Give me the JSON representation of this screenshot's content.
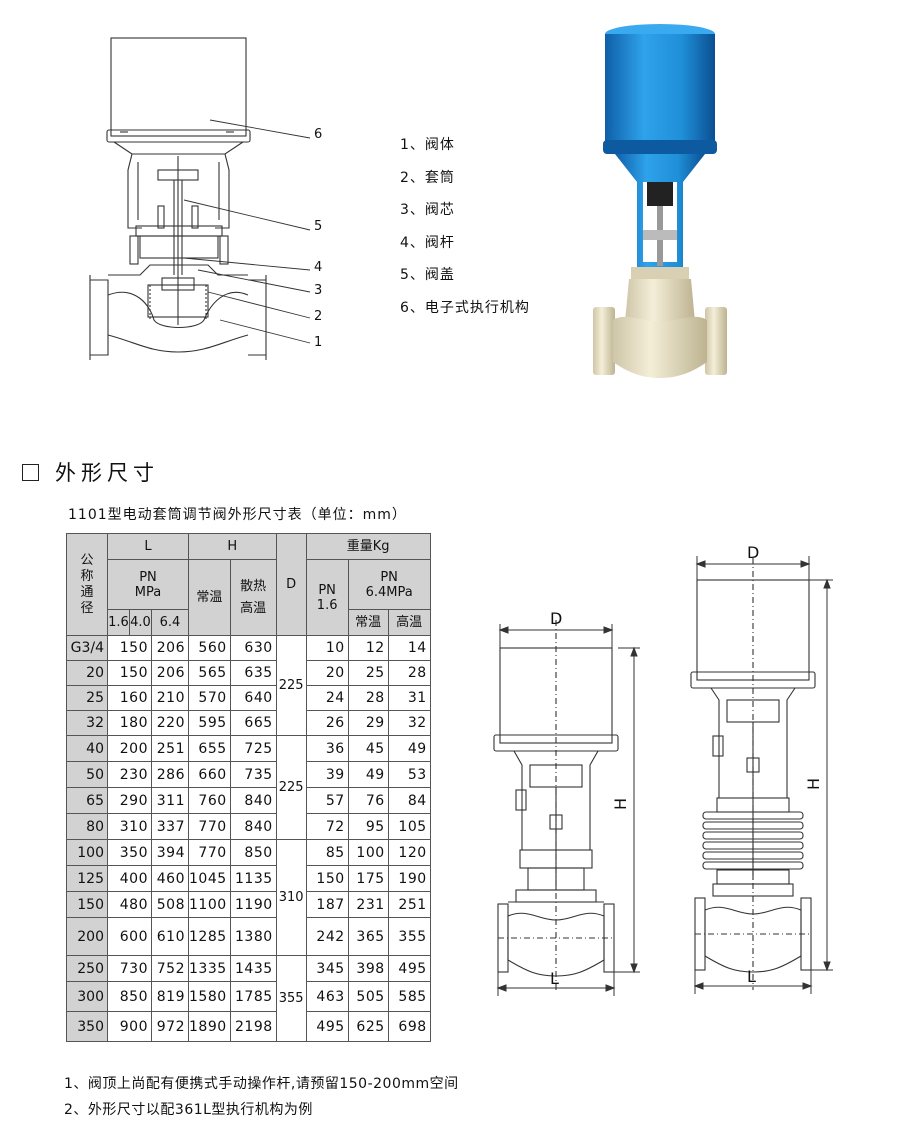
{
  "diagram_callouts": [
    "6",
    "5",
    "4",
    "3",
    "2",
    "1"
  ],
  "parts": [
    "1、阀体",
    "2、套筒",
    "3、阀芯",
    "4、阀杆",
    "5、阀盖",
    "6、电子式执行机构"
  ],
  "section_title": "外形尺寸",
  "table_caption": "1101型电动套筒调节阀外形尺寸表（单位：mm）",
  "table": {
    "h_dn": "公称通径",
    "h_L": "L",
    "h_H": "H",
    "h_D": "D",
    "h_weight": "重量Kg",
    "h_pn_l": "PN\nMPa",
    "h_normal": "常温",
    "h_hightemp": "散热\n高温",
    "h_pn16": "PN\n1.6",
    "h_pn64": "PN\n6.4MPa",
    "h_w_normal": "常温",
    "h_w_high": "高温",
    "h_p16": "1.6",
    "h_p40": "4.0",
    "h_p64": "6.4",
    "d_groups": [
      "225",
      "225",
      "310",
      "355"
    ],
    "rows": [
      {
        "dn": "G3/4",
        "l16": "150",
        "l64": "206",
        "h1": "560",
        "h2": "630",
        "w16": "10",
        "w64n": "12",
        "w64h": "14"
      },
      {
        "dn": "20",
        "l16": "150",
        "l64": "206",
        "h1": "565",
        "h2": "635",
        "w16": "20",
        "w64n": "25",
        "w64h": "28"
      },
      {
        "dn": "25",
        "l16": "160",
        "l64": "210",
        "h1": "570",
        "h2": "640",
        "w16": "24",
        "w64n": "28",
        "w64h": "31"
      },
      {
        "dn": "32",
        "l16": "180",
        "l64": "220",
        "h1": "595",
        "h2": "665",
        "w16": "26",
        "w64n": "29",
        "w64h": "32"
      },
      {
        "dn": "40",
        "l16": "200",
        "l64": "251",
        "h1": "655",
        "h2": "725",
        "w16": "36",
        "w64n": "45",
        "w64h": "49"
      },
      {
        "dn": "50",
        "l16": "230",
        "l64": "286",
        "h1": "660",
        "h2": "735",
        "w16": "39",
        "w64n": "49",
        "w64h": "53"
      },
      {
        "dn": "65",
        "l16": "290",
        "l64": "311",
        "h1": "760",
        "h2": "840",
        "w16": "57",
        "w64n": "76",
        "w64h": "84"
      },
      {
        "dn": "80",
        "l16": "310",
        "l64": "337",
        "h1": "770",
        "h2": "840",
        "w16": "72",
        "w64n": "95",
        "w64h": "105"
      },
      {
        "dn": "100",
        "l16": "350",
        "l64": "394",
        "h1": "770",
        "h2": "850",
        "w16": "85",
        "w64n": "100",
        "w64h": "120"
      },
      {
        "dn": "125",
        "l16": "400",
        "l64": "460",
        "h1": "1045",
        "h2": "1135",
        "w16": "150",
        "w64n": "175",
        "w64h": "190"
      },
      {
        "dn": "150",
        "l16": "480",
        "l64": "508",
        "h1": "1100",
        "h2": "1190",
        "w16": "187",
        "w64n": "231",
        "w64h": "251"
      },
      {
        "dn": "200",
        "l16": "600",
        "l64": "610",
        "h1": "1285",
        "h2": "1380",
        "w16": "242",
        "w64n": "365",
        "w64h": "355"
      },
      {
        "dn": "250",
        "l16": "730",
        "l64": "752",
        "h1": "1335",
        "h2": "1435",
        "w16": "345",
        "w64n": "398",
        "w64h": "495"
      },
      {
        "dn": "300",
        "l16": "850",
        "l64": "819",
        "h1": "1580",
        "h2": "1785",
        "w16": "463",
        "w64n": "505",
        "w64h": "585"
      },
      {
        "dn": "350",
        "l16": "900",
        "l64": "972",
        "h1": "1890",
        "h2": "2198",
        "w16": "495",
        "w64n": "625",
        "w64h": "698"
      }
    ]
  },
  "dims": {
    "d": "D",
    "h": "H",
    "l": "L"
  },
  "notes": [
    "1、阀顶上尚配有便携式手动操作杆,请预留150-200mm空间",
    "2、外形尺寸以配361L型执行机构为例"
  ],
  "colors": {
    "actuator_blue": "#1f8fd8",
    "valve_body": "#efe7cc",
    "table_header": "#d2d2d2"
  }
}
